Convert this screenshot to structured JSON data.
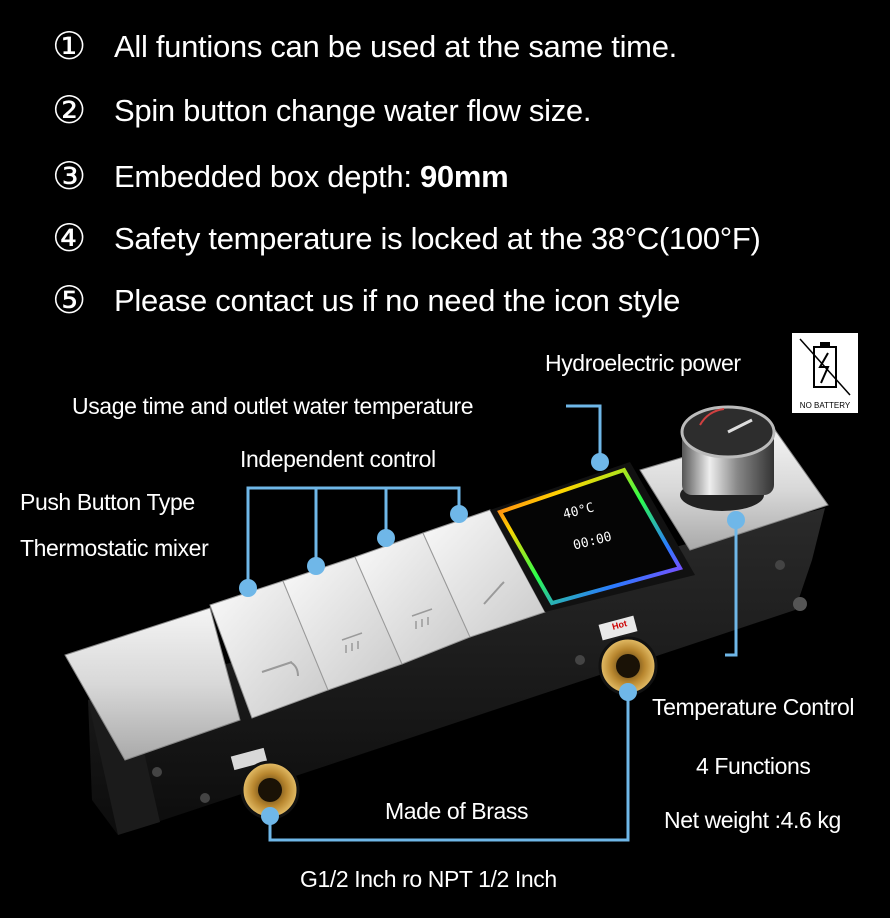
{
  "features": [
    {
      "num": "1",
      "text": "All funtions can be used at the same time.",
      "bold": ""
    },
    {
      "num": "2",
      "text": "Spin button change water flow size.",
      "bold": ""
    },
    {
      "num": "3",
      "text": "Embedded box depth: ",
      "bold": "90mm"
    },
    {
      "num": "4",
      "text": "Safety temperature is locked at the 38°C(100°F)",
      "bold": ""
    },
    {
      "num": "5",
      "text": "Please contact us if no need the icon style",
      "bold": ""
    }
  ],
  "callouts": {
    "hydro": "Hydroelectric power",
    "usage": "Usage time and outlet water temperature",
    "independent": "Independent control",
    "push_button": "Push Button Type",
    "thermostatic": "Thermostatic mixer",
    "temperature_control": "Temperature Control",
    "functions": "4 Functions",
    "net_weight": "Net weight :4.6 kg",
    "brass": "Made of Brass",
    "thread": "G1/2 Inch ro NPT 1/2 Inch"
  },
  "badge": {
    "text": "NO BATTERY",
    "icon": "battery-crossed-icon"
  },
  "display": {
    "temp": "40°C",
    "time": "00:00"
  },
  "hot_label": "Hot",
  "colors": {
    "accent": "#6fb7e8",
    "background": "#000000",
    "text": "#ffffff"
  }
}
